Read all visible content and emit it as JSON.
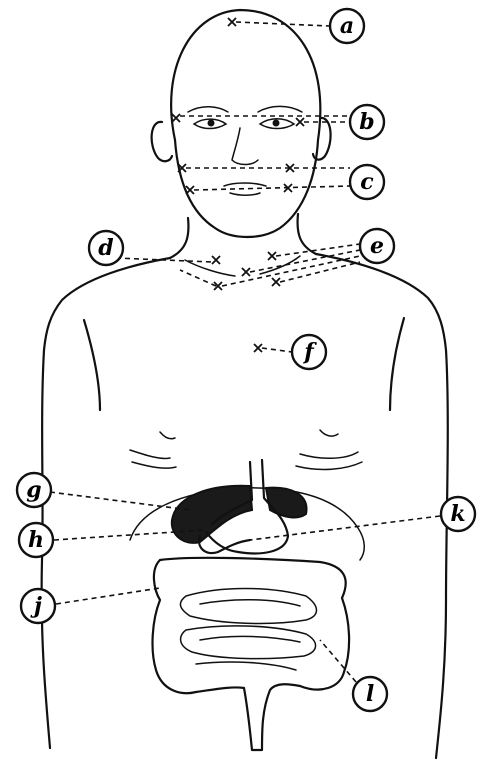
{
  "figure": {
    "labels": [
      {
        "id": "a",
        "text": "a"
      },
      {
        "id": "b",
        "text": "b"
      },
      {
        "id": "c",
        "text": "c"
      },
      {
        "id": "d",
        "text": "d"
      },
      {
        "id": "e",
        "text": "e"
      },
      {
        "id": "f",
        "text": "f"
      },
      {
        "id": "g",
        "text": "g"
      },
      {
        "id": "h",
        "text": "h"
      },
      {
        "id": "j",
        "text": "j"
      },
      {
        "id": "k",
        "text": "k"
      },
      {
        "id": "l",
        "text": "l"
      }
    ],
    "colors": {
      "ink": "#111111",
      "background": "#ffffff",
      "organ_fill": "#1a1a1a"
    }
  }
}
